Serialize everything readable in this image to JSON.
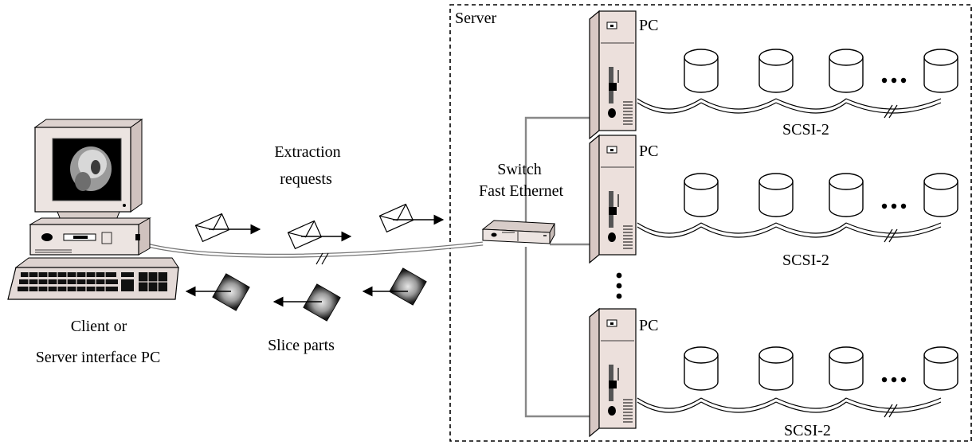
{
  "server_box": {
    "label": "Server"
  },
  "client": {
    "line1": "Client or",
    "line2": "Server interface PC"
  },
  "requests": {
    "line1": "Extraction",
    "line2": "requests"
  },
  "slices": {
    "label": "Slice parts"
  },
  "switch": {
    "line1": "Switch",
    "line2": "Fast Ethernet"
  },
  "nodes": [
    {
      "pc_label": "PC",
      "bus_label": "SCSI-2"
    },
    {
      "pc_label": "PC",
      "bus_label": "SCSI-2"
    },
    {
      "pc_label": "PC",
      "bus_label": "SCSI-2"
    }
  ],
  "colors": {
    "pc_case": "#e8d8d4",
    "switch_body": "#ece4e1",
    "line": "#888888"
  }
}
